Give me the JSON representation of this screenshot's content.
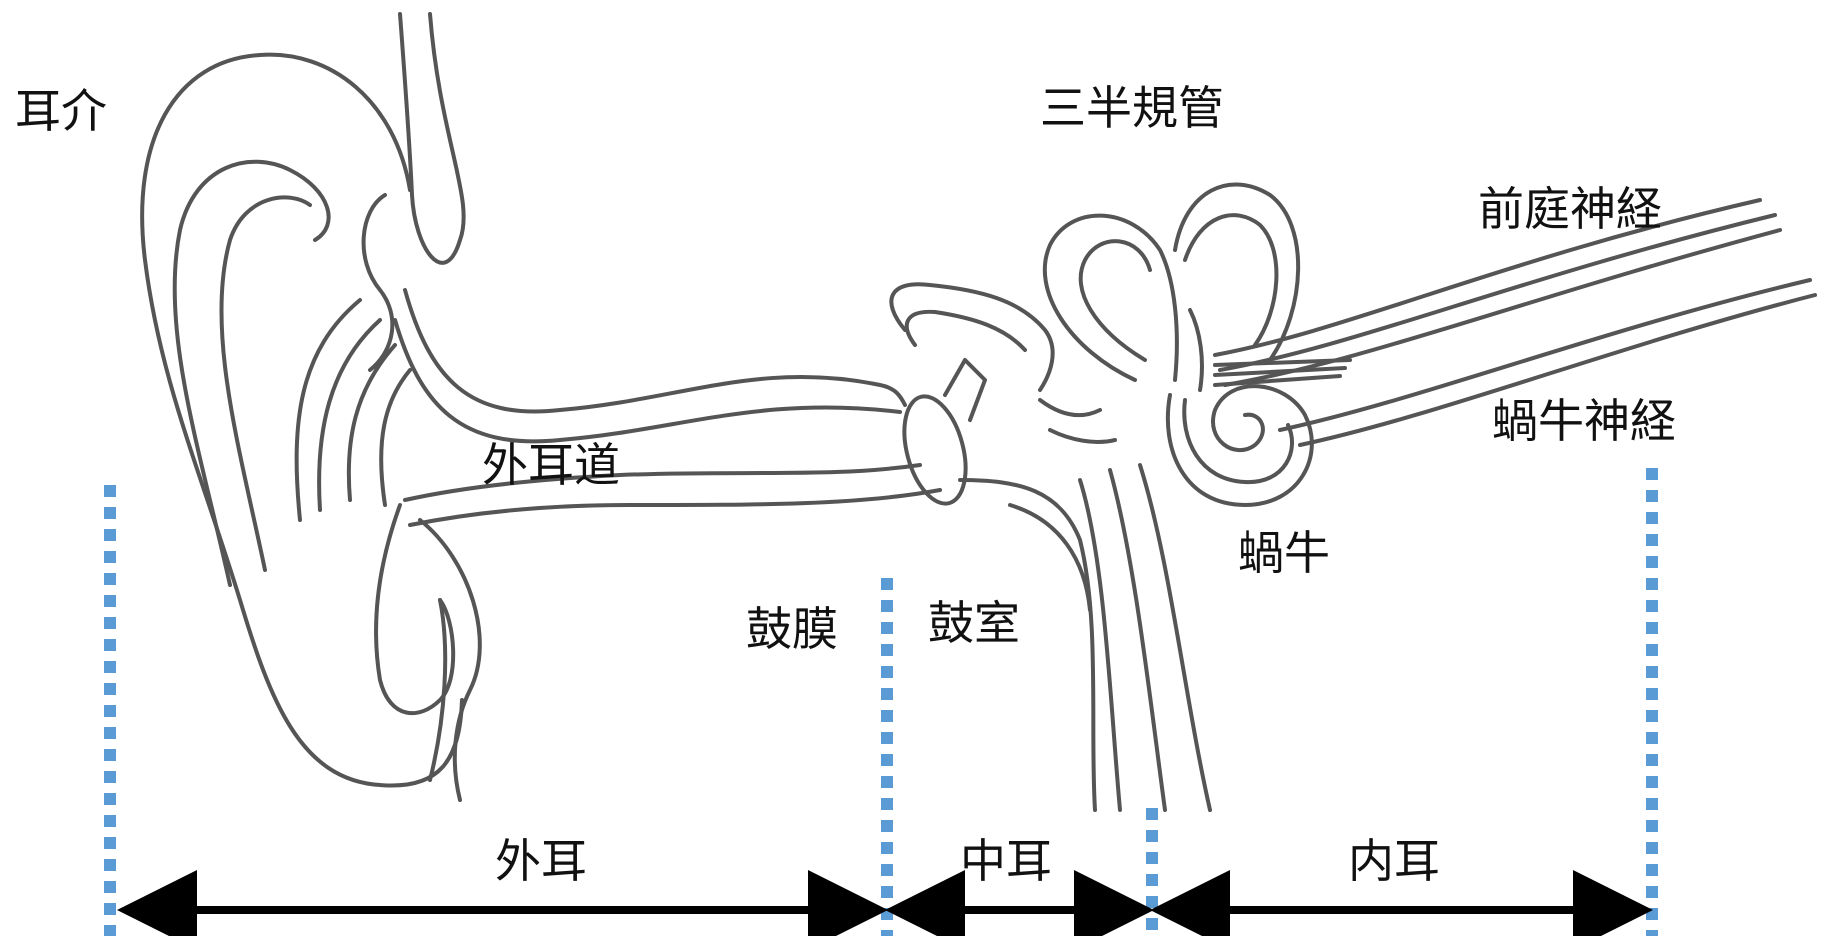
{
  "labels": {
    "auricle": "耳介",
    "semicircular_canals": "三半規管",
    "vestibular_nerve": "前庭神経",
    "cochlear_nerve": "蝸牛神経",
    "ear_canal": "外耳道",
    "cochlea": "蝸牛",
    "eardrum": "鼓膜",
    "tympanic_cavity": "鼓室"
  },
  "regions": {
    "outer_ear": "外耳",
    "middle_ear": "中耳",
    "inner_ear": "内耳"
  },
  "colors": {
    "outline": "#4a4a4a",
    "divider": "#5b9bd5",
    "arrow": "#000000",
    "text": "#111111"
  }
}
